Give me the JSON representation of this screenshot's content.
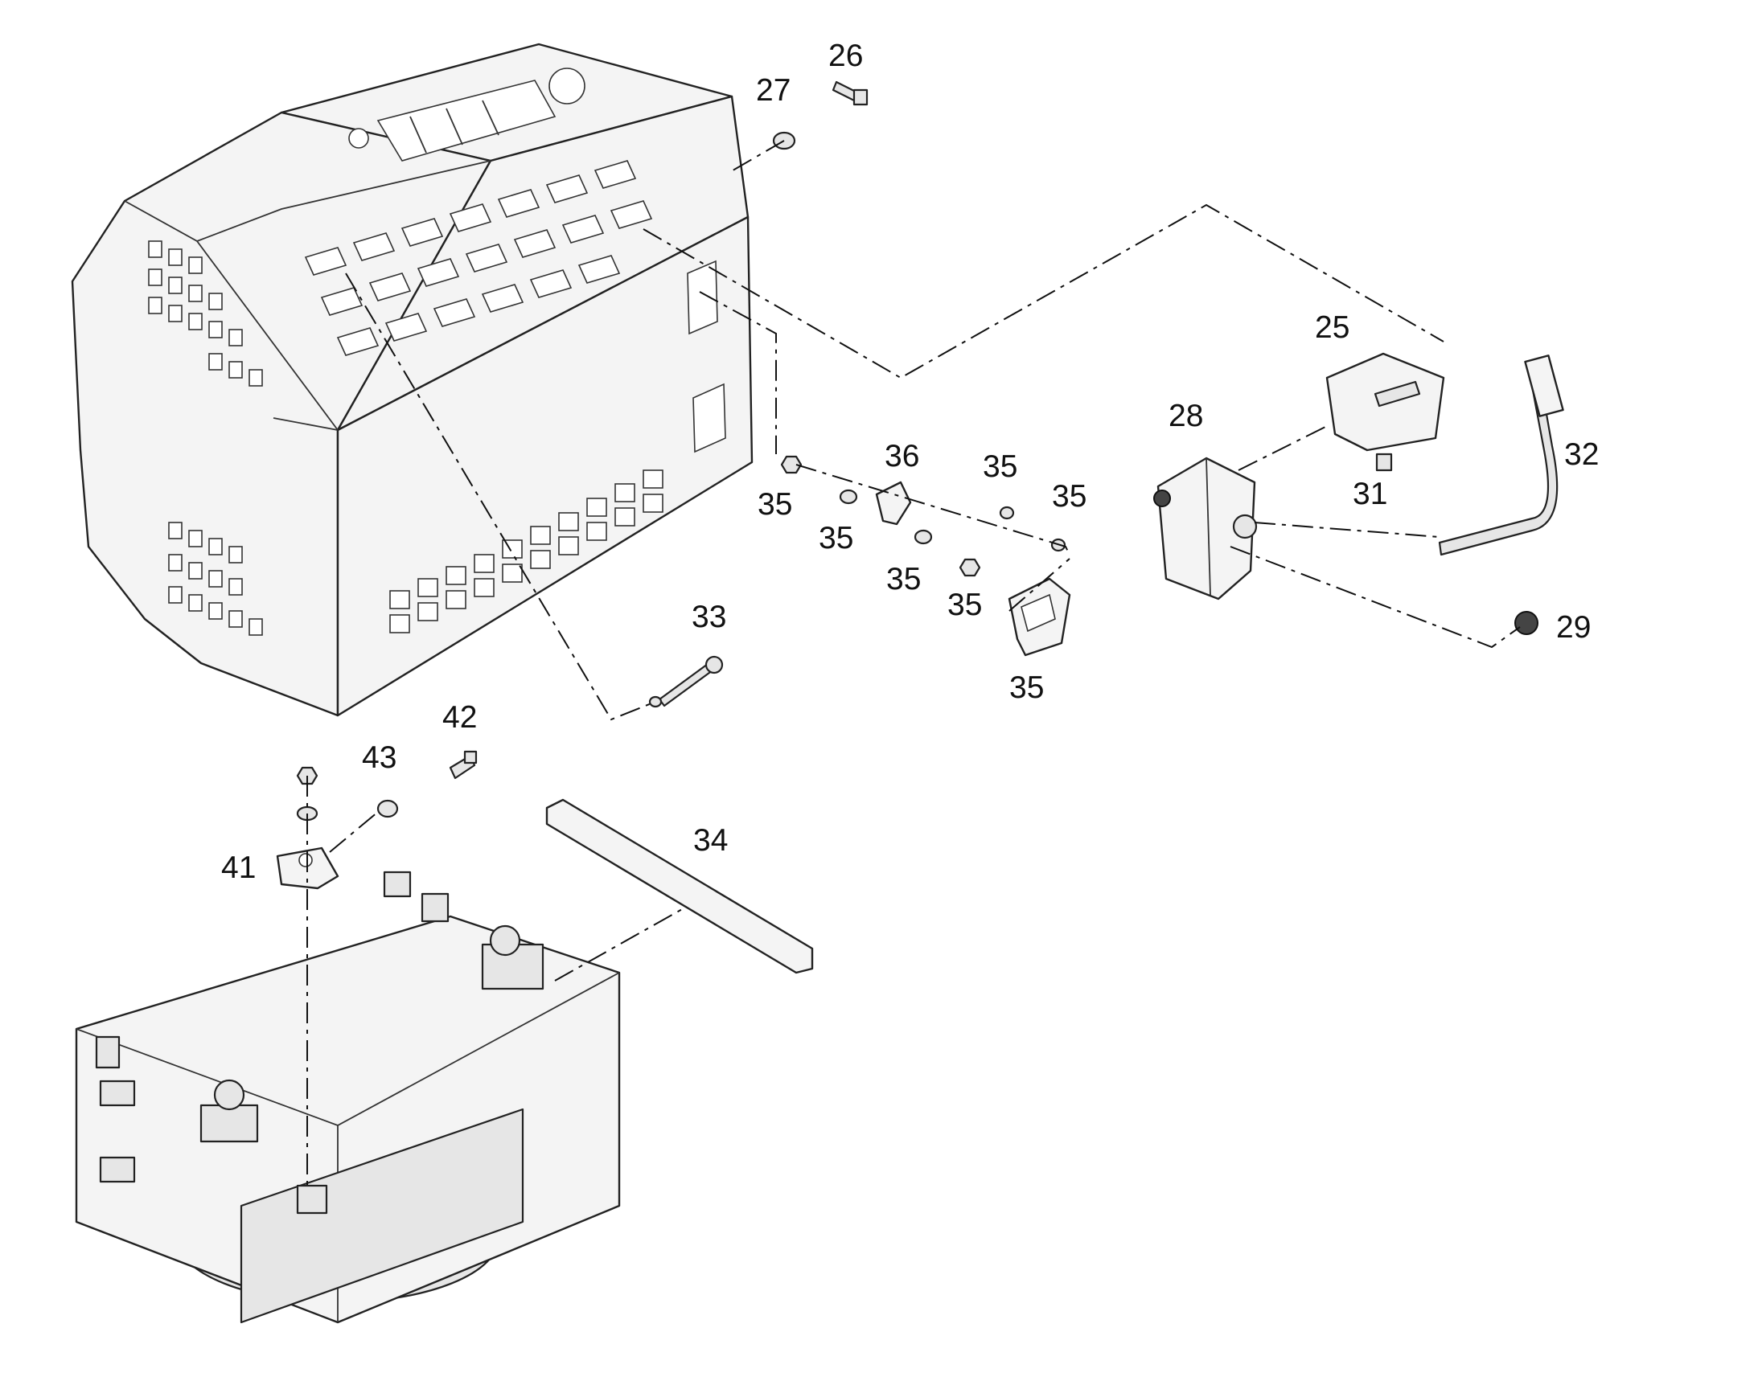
{
  "callouts": [
    {
      "id": "c26",
      "text": "26"
    },
    {
      "id": "c27",
      "text": "27"
    },
    {
      "id": "c25",
      "text": "25"
    },
    {
      "id": "c28",
      "text": "28"
    },
    {
      "id": "c32",
      "text": "32"
    },
    {
      "id": "c36",
      "text": "36"
    },
    {
      "id": "c35a",
      "text": "35"
    },
    {
      "id": "c35b",
      "text": "35"
    },
    {
      "id": "c35c",
      "text": "35"
    },
    {
      "id": "c35d",
      "text": "35"
    },
    {
      "id": "c35e",
      "text": "35"
    },
    {
      "id": "c35f",
      "text": "35"
    },
    {
      "id": "c35g",
      "text": "35"
    },
    {
      "id": "c31",
      "text": "31"
    },
    {
      "id": "c29",
      "text": "29"
    },
    {
      "id": "c33",
      "text": "33"
    },
    {
      "id": "c42",
      "text": "42"
    },
    {
      "id": "c43",
      "text": "43"
    },
    {
      "id": "c41",
      "text": "41"
    },
    {
      "id": "c34",
      "text": "34"
    }
  ]
}
